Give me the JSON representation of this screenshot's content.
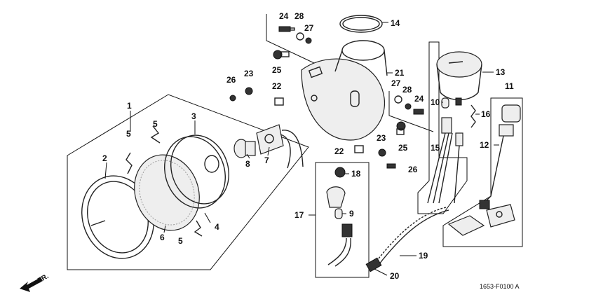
{
  "diagram": {
    "type": "exploded-parts-diagram",
    "callouts": [
      {
        "id": "c1",
        "label": "1"
      },
      {
        "id": "c2",
        "label": "2"
      },
      {
        "id": "c3",
        "label": "3"
      },
      {
        "id": "c4",
        "label": "4"
      },
      {
        "id": "c5a",
        "label": "5"
      },
      {
        "id": "c5b",
        "label": "5"
      },
      {
        "id": "c5c",
        "label": "5"
      },
      {
        "id": "c6",
        "label": "6"
      },
      {
        "id": "c7",
        "label": "7"
      },
      {
        "id": "c8",
        "label": "8"
      },
      {
        "id": "c9",
        "label": "9"
      },
      {
        "id": "c10",
        "label": "10"
      },
      {
        "id": "c11",
        "label": "11"
      },
      {
        "id": "c12",
        "label": "12"
      },
      {
        "id": "c13",
        "label": "13"
      },
      {
        "id": "c14",
        "label": "14"
      },
      {
        "id": "c15",
        "label": "15"
      },
      {
        "id": "c16",
        "label": "16"
      },
      {
        "id": "c17",
        "label": "17"
      },
      {
        "id": "c18",
        "label": "18"
      },
      {
        "id": "c19",
        "label": "19"
      },
      {
        "id": "c20",
        "label": "20"
      },
      {
        "id": "c21",
        "label": "21"
      },
      {
        "id": "c22a",
        "label": "22"
      },
      {
        "id": "c22b",
        "label": "22"
      },
      {
        "id": "c23a",
        "label": "23"
      },
      {
        "id": "c23b",
        "label": "23"
      },
      {
        "id": "c24a",
        "label": "24"
      },
      {
        "id": "c24b",
        "label": "24"
      },
      {
        "id": "c25a",
        "label": "25"
      },
      {
        "id": "c25b",
        "label": "25"
      },
      {
        "id": "c26a",
        "label": "26"
      },
      {
        "id": "c26b",
        "label": "26"
      },
      {
        "id": "c27a",
        "label": "27"
      },
      {
        "id": "c27b",
        "label": "27"
      },
      {
        "id": "c28a",
        "label": "28"
      },
      {
        "id": "c28b",
        "label": "28"
      }
    ],
    "drawing_code": "1653-F0100  A",
    "direction_label": "FR."
  }
}
